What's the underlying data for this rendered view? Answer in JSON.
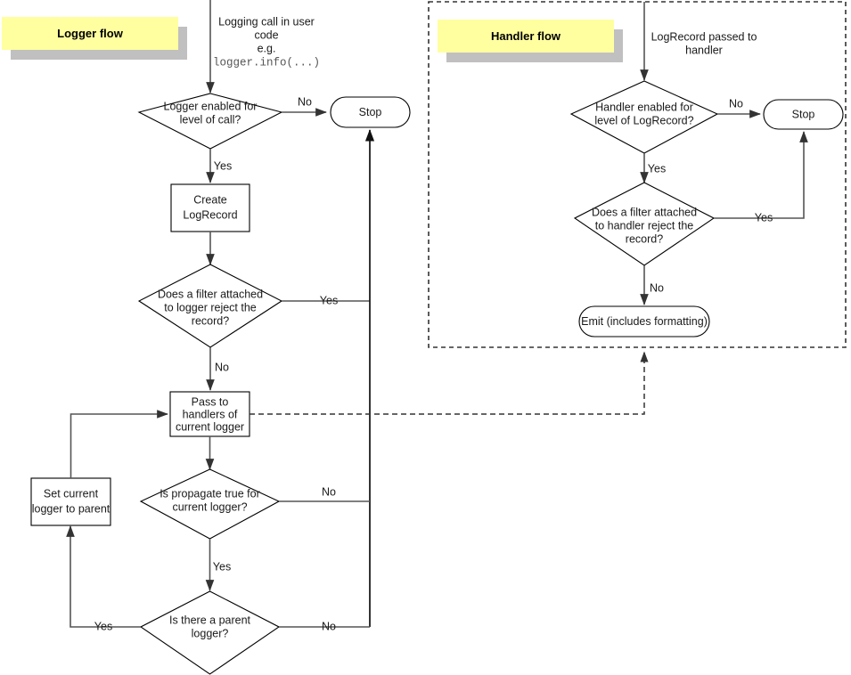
{
  "diagram": {
    "title_logger": "Logger flow",
    "title_handler": "Handler flow",
    "colors": {
      "title_fill": "#ffffa0",
      "title_shadow": "#c0c0c0",
      "shape_stroke": "#000000",
      "connector": "#555555",
      "dashed_connector": "#333333",
      "background": "#ffffff"
    }
  },
  "logger_flow": {
    "entry_note_line1": "Logging call in user",
    "entry_note_line2": "code",
    "entry_note_line3": "e.g.",
    "entry_note_code": "logger.info(...)",
    "decision_level_line1": "Logger enabled for",
    "decision_level_line2": "level of call?",
    "stop_label": "Stop",
    "create_record_line1": "Create",
    "create_record_line2": "LogRecord",
    "filter_line1": "Does a filter attached",
    "filter_line2": "to logger reject the",
    "filter_line3": "record?",
    "pass_handlers_line1": "Pass to",
    "pass_handlers_line2": "handlers of",
    "pass_handlers_line3": "current logger",
    "propagate_line1": "Is propagate true for",
    "propagate_line2": "current logger?",
    "parent_line1": "Is there a parent",
    "parent_line2": "logger?",
    "set_parent_line1": "Set current",
    "set_parent_line2": "logger to parent",
    "edge_level_no": "No",
    "edge_level_yes": "Yes",
    "edge_filter_yes": "Yes",
    "edge_filter_no": "No",
    "edge_propagate_no": "No",
    "edge_propagate_yes": "Yes",
    "edge_parent_yes": "Yes",
    "edge_parent_no": "No"
  },
  "handler_flow": {
    "entry_note_line1": "LogRecord passed to",
    "entry_note_line2": "handler",
    "decision_level_line1": "Handler enabled for",
    "decision_level_line2": "level of LogRecord?",
    "stop_label": "Stop",
    "filter_line1": "Does a filter attached",
    "filter_line2": "to handler reject the",
    "filter_line3": "record?",
    "emit_label": "Emit (includes formatting)",
    "edge_level_no": "No",
    "edge_level_yes": "Yes",
    "edge_filter_yes": "Yes",
    "edge_filter_no": "No"
  }
}
